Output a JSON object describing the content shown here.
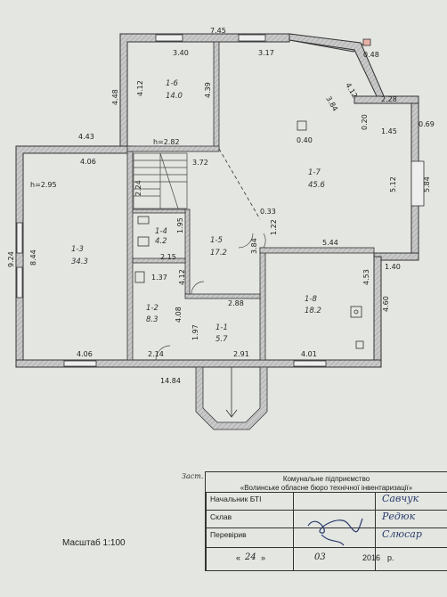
{
  "plan": {
    "dims": {
      "top_total": "7.45",
      "r16_top": "3.40",
      "r17_top": "3.17",
      "bay_len": "4.12",
      "r16_left": "4.12",
      "outer_left_upper": "4.48",
      "r16_right": "4.39",
      "stair_h": "h=2.82",
      "left_wing": "4.43",
      "r13_top": "4.06",
      "r13_h": "h=2.95",
      "stair_w": "3.72",
      "stair_v": "2.24",
      "r17_ceiling_w": "0.33",
      "outer_left_total": "9.24",
      "r13_side": "8.44",
      "r14_side": "1.95",
      "r14_base": "2.15",
      "r15_side": "4.12",
      "r15_side2": "3.84",
      "r17_side": "1.22",
      "r17_bottom": "5.44",
      "r18_side": "4.53",
      "right_side": "4.60",
      "right_bottom": "1.40",
      "r17_right_w": "5.12",
      "outer_right": "5.84",
      "right_small": "0.69",
      "bay_small": "0.20",
      "bay_corner": "1.45",
      "bay_right": "2.28",
      "vent_a": "0.48",
      "vent_b": "0.40",
      "bay_diag": "3.84",
      "r11_top": "2.88",
      "r12_h": "4.08",
      "r11_side": "1.97",
      "r13_bottom": "4.06",
      "r12_bottom": "2.14",
      "r11_bottom": "2.91",
      "r18_bottom": "4.01",
      "overall_bottom": "14.84",
      "wc_dim": "1.37"
    },
    "rooms": [
      {
        "id": "1-6",
        "area": "14.0"
      },
      {
        "id": "1-7",
        "area": "45.6"
      },
      {
        "id": "1-3",
        "area": "34.3"
      },
      {
        "id": "1-4",
        "area": "4.2"
      },
      {
        "id": "1-5",
        "area": "17.2"
      },
      {
        "id": "1-2",
        "area": "8.3"
      },
      {
        "id": "1-1",
        "area": "5.7"
      },
      {
        "id": "1-8",
        "area": "18.2"
      }
    ]
  },
  "scale_label": "Масштаб 1:100",
  "stamp": {
    "org_line1": "Комунальне підприємство",
    "org_line2": "«Волинське обласне бюро технічної інвентаризації»",
    "zast": "Заст.",
    "rows": [
      {
        "role": "Начальник БТІ",
        "name": "Савчук"
      },
      {
        "role": "Склав",
        "name": "Редюк"
      },
      {
        "role": "Перевірив",
        "name": "Слюсар"
      }
    ],
    "date_day": "24",
    "date_month": "03",
    "date_year": "2016",
    "year_suffix": "р."
  },
  "colors": {
    "wall_fill": "#c9c9c9",
    "wall_stroke": "#333333",
    "paper": "#e3e6e1"
  }
}
